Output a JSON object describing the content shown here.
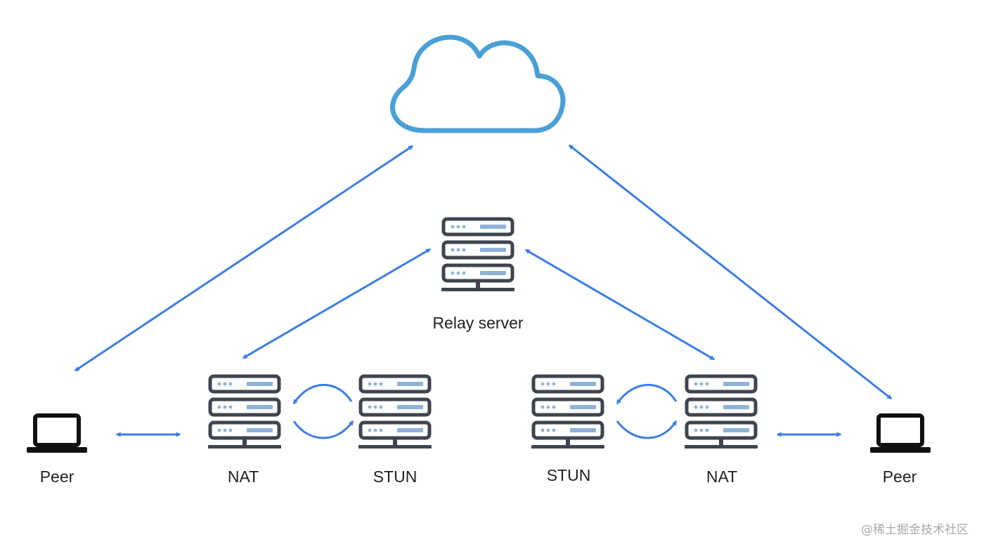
{
  "colors": {
    "arrow": "#3b7de5",
    "cloud": "#4aa0d6",
    "server_frame": "#3f454f",
    "server_accent": "#8eb2d8",
    "device": "#111111"
  },
  "icons": {
    "cloud": "cloud-icon",
    "server": "server-rack-icon",
    "laptop": "laptop-icon"
  },
  "labels": {
    "relay": "Relay server",
    "peer_left": "Peer",
    "nat_left": "NAT",
    "stun_left": "STUN",
    "stun_right": "STUN",
    "nat_right": "NAT",
    "peer_right": "Peer"
  },
  "watermark": "@稀土掘金技术社区"
}
